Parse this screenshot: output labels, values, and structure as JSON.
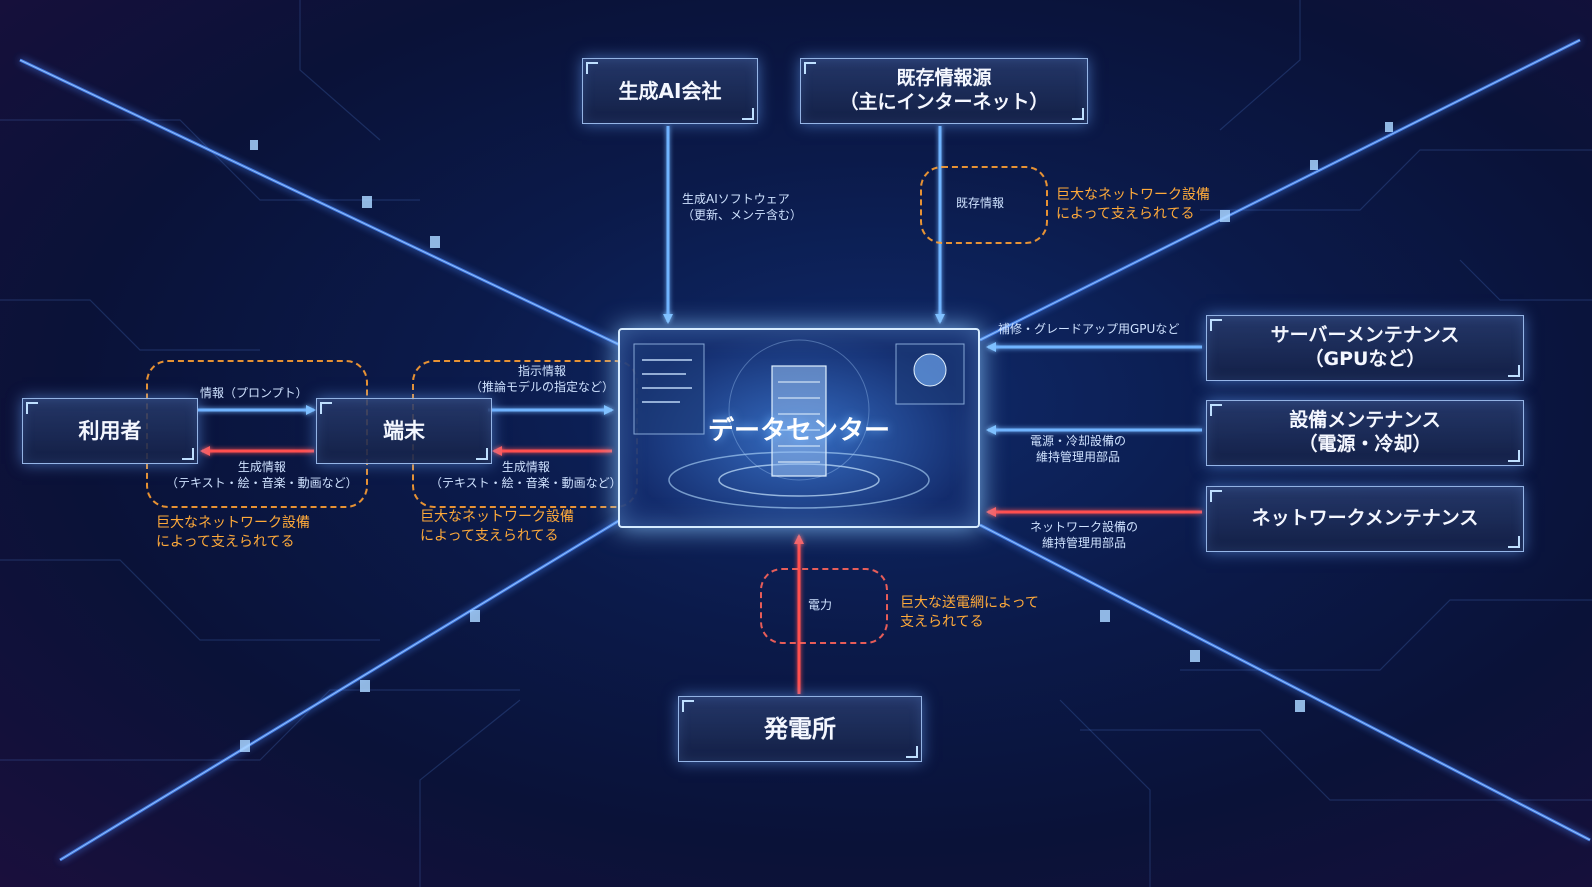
{
  "nodes": {
    "genai": "生成AI会社",
    "existing_1": "既存情報源",
    "existing_2": "（主にインターネット）",
    "user": "利用者",
    "terminal": "端末",
    "datacenter": "データセンター",
    "server_1": "サーバーメンテナンス",
    "server_2": "（GPUなど）",
    "facility_1": "設備メンテナンス",
    "facility_2": "（電源・冷却）",
    "network": "ネットワークメンテナンス",
    "power_plant": "発電所"
  },
  "labels": {
    "software_1": "生成AIソフトウェア",
    "software_2": "（更新、メンテ含む）",
    "existing_info": "既存情報",
    "prompt": "情報（プロンプト）",
    "generated_a_1": "生成情報",
    "generated_a_2": "（テキスト・絵・音楽・動画など）",
    "instruction_1": "指示情報",
    "instruction_2": "（推論モデルの指定など）",
    "generated_b_1": "生成情報",
    "generated_b_2": "（テキスト・絵・音楽・動画など）",
    "gpu_parts": "補修・グレードアップ用GPUなど",
    "cooling_1": "電源・冷却設備の",
    "cooling_2": "維持管理用部品",
    "network_parts_1": "ネットワーク設備の",
    "network_parts_2": "維持管理用部品",
    "electricity": "電力"
  },
  "notes": {
    "network_top_1": "巨大なネットワーク設備",
    "network_top_2": "によって支えられてる",
    "network_left_1": "巨大なネットワーク設備",
    "network_left_2": "によって支えられてる",
    "network_mid_1": "巨大なネットワーク設備",
    "network_mid_2": "によって支えられてる",
    "grid_1": "巨大な送電網によって",
    "grid_2": "支えられてる"
  },
  "colors": {
    "data_flow": "#5aa8ff",
    "return_flow": "#ff4a4a",
    "note": "#ffaa3a",
    "accent": "#bfe0ff"
  }
}
